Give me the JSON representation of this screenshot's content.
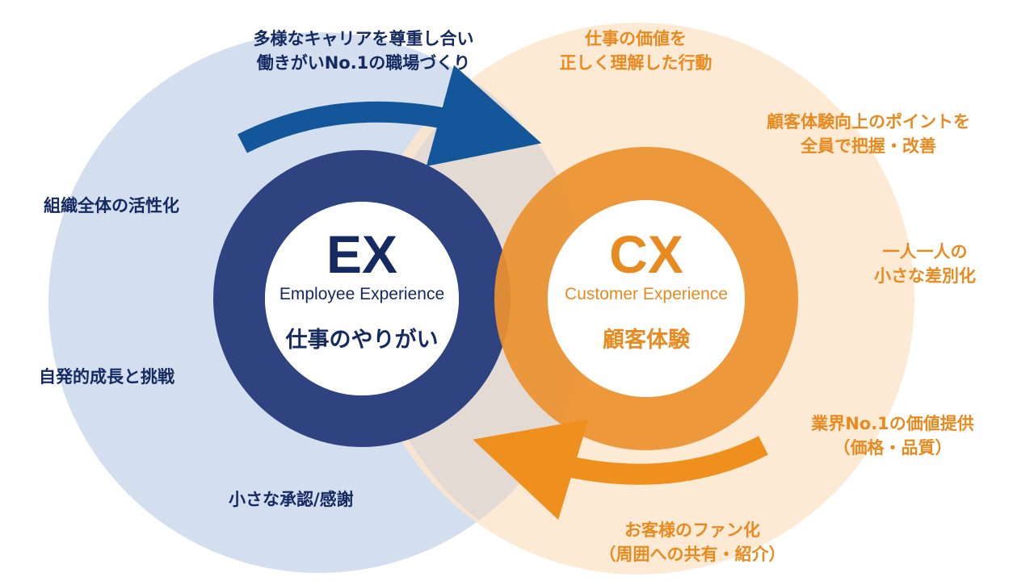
{
  "colors": {
    "ex_light": "#d3deef",
    "cx_light": "#fde6cc",
    "ex_ring": "#2e4380",
    "cx_ring": "#ec912f",
    "ex_text": "#142a61",
    "cx_text": "#e88a1f",
    "ex_arrow": "#13579a",
    "cx_arrow": "#ef8f1e"
  },
  "ex": {
    "abbr": "EX",
    "full": "Employee Experience",
    "core": "仕事のやりがい",
    "top_line1": "多様なキャリアを尊重し合い",
    "top_line2": "働きがいNo.1の職場づくり",
    "left1": "組織全体の活性化",
    "left2": "自発的成長と挑戦",
    "bottom": "小さな承認/感謝"
  },
  "cx": {
    "abbr": "CX",
    "full": "Customer Experience",
    "core": "顧客体験",
    "top_line1": "仕事の価値を",
    "top_line2": "正しく理解した行動",
    "right1_line1": "顧客体験向上のポイントを",
    "right1_line2": "全員で把握・改善",
    "right2_line1": "一人一人の",
    "right2_line2": "小さな差別化",
    "right3_line1": "業界No.1の価値提供",
    "right3_line2": "（価格・品質）",
    "bottom_line1": "お客様のファン化",
    "bottom_line2": "（周囲への共有・紹介）"
  }
}
